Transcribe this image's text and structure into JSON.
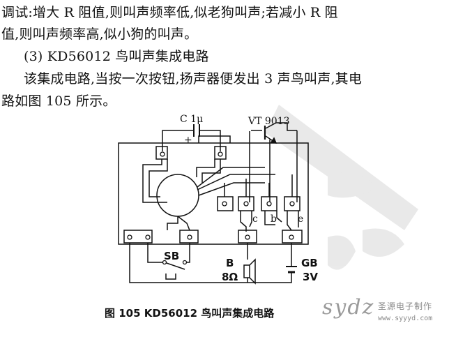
{
  "text": {
    "line1": "调试:增大 R 阻值,则叫声频率低,似老狗叫声;若减小 R 阻",
    "line2": "值,则叫声频率高,似小狗的叫声。",
    "line3": "(3) KD56012 鸟叫声集成电路",
    "line4": "该集成电路,当按一次按钮,扬声器便发出 3 声鸟叫声,其电",
    "line5": "路如图 105 所示。"
  },
  "diagram": {
    "capacitor_label": "C  1μ",
    "plus_sign": "+",
    "transistor_label": "VT  9013",
    "pin_c": "c",
    "pin_b": "b",
    "pin_e": "e",
    "switch_label": "SB",
    "speaker_label": "B",
    "speaker_value": "8Ω",
    "battery_label": "GB",
    "battery_value": "3V"
  },
  "caption": "图 105    KD56012 鸟叫声集成电路",
  "watermark": {
    "logo": "sydz",
    "name": "圣源电子制作",
    "url": "www.syyyd.com"
  }
}
